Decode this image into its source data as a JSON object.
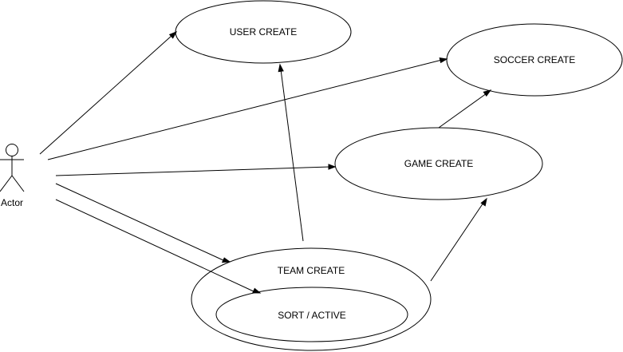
{
  "diagram": {
    "type": "use-case",
    "actor": {
      "label": "Actor"
    },
    "use_cases": {
      "user_create": "USER CREATE",
      "soccer_create": "SOCCER CREATE",
      "game_create": "GAME CREATE",
      "team_create": "TEAM CREATE",
      "sort_active": "SORT / ACTIVE"
    },
    "relations": [
      {
        "from": "Actor",
        "to": "USER CREATE"
      },
      {
        "from": "Actor",
        "to": "SOCCER CREATE"
      },
      {
        "from": "Actor",
        "to": "GAME CREATE"
      },
      {
        "from": "Actor",
        "to": "TEAM CREATE"
      },
      {
        "from": "Actor",
        "to": "SORT / ACTIVE"
      },
      {
        "from": "TEAM CREATE",
        "to": "USER CREATE"
      },
      {
        "from": "TEAM CREATE",
        "to": "GAME CREATE"
      },
      {
        "from": "GAME CREATE",
        "to": "SOCCER CREATE"
      }
    ]
  }
}
